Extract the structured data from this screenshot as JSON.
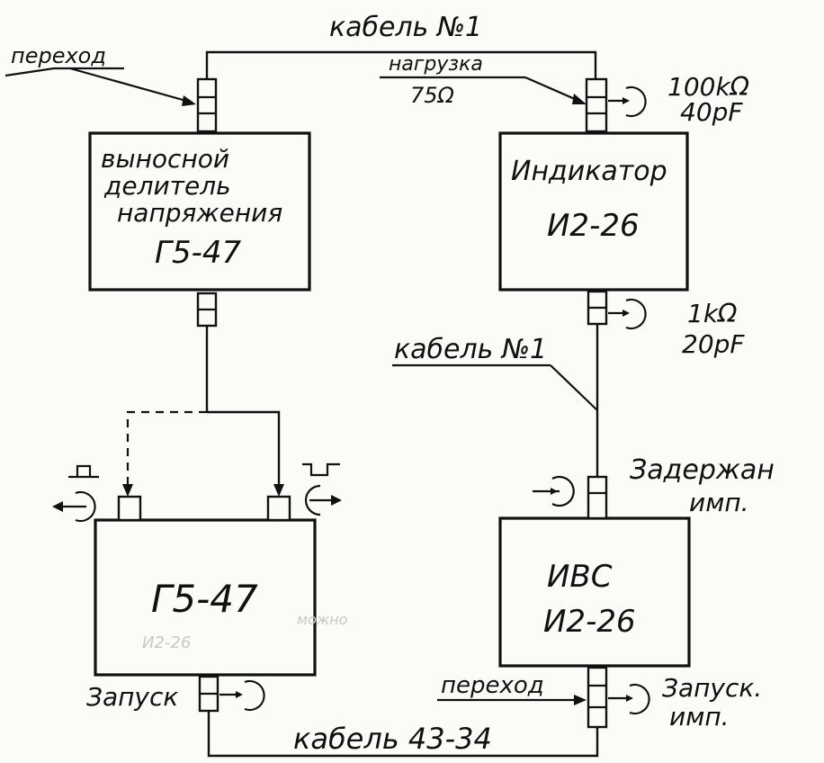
{
  "labels": {
    "cable_top": "кабель №1",
    "cable_mid": "кабель №1",
    "cable_bottom": "кабель 43-34",
    "perehod_top": "переход",
    "perehod_bottom": "переход",
    "nagruzka": "нагрузка",
    "nagruzka_value": "75Ω",
    "probe_top_r": "100kΩ",
    "probe_top_c": "40pF",
    "probe_mid_r": "1kΩ",
    "probe_mid_c": "20pF",
    "zaderzhan_1": "Задержан",
    "zaderzhan_2": "имп.",
    "zapusk_left": "Запуск",
    "zapusk_imp_1": "Запуск.",
    "zapusk_imp_2": "имп.",
    "faint_1": "можно",
    "faint_2": "И2-26"
  },
  "blocks": {
    "divider": [
      "выносной",
      "делитель",
      "напряжения",
      "Г5-47"
    ],
    "indicator": [
      "Индикатор",
      "И2-26"
    ],
    "generator": [
      "Г5-47"
    ],
    "ivs": [
      "ИВС",
      "И2-26"
    ]
  },
  "connections": [
    {
      "from": "divider",
      "to": "indicator",
      "label": "кабель №1",
      "load": "нагрузка 75Ω"
    },
    {
      "from": "indicator",
      "to": "ivs",
      "label": "кабель №1"
    },
    {
      "from": "divider",
      "to": "generator",
      "style": "solid / dashed (two outputs)"
    },
    {
      "from": "generator",
      "to": "ivs",
      "label": "кабель 43-34"
    }
  ]
}
